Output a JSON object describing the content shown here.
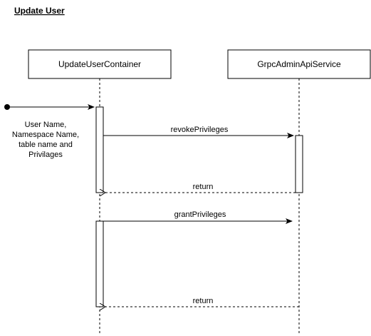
{
  "diagram": {
    "title": "Update User",
    "participants": [
      {
        "id": "container",
        "label": "UpdateUserContainer"
      },
      {
        "id": "service",
        "label": "GrpcAdminApiService"
      }
    ],
    "incoming_note": [
      "User Name,",
      "Namespace Name,",
      "table name and",
      "Privilages"
    ],
    "messages": [
      {
        "label": "revokePrivileges",
        "from": "container",
        "to": "service",
        "style": "solid"
      },
      {
        "label": "return",
        "from": "service",
        "to": "container",
        "style": "dashed"
      },
      {
        "label": "grantPrivileges",
        "from": "container",
        "to": "service",
        "style": "solid"
      },
      {
        "label": "return",
        "from": "service",
        "to": "container",
        "style": "dashed"
      }
    ]
  }
}
